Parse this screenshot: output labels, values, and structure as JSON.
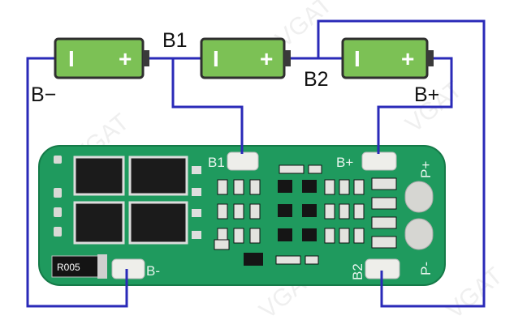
{
  "labels": {
    "b_minus": "B−",
    "b1": "B1",
    "b2": "B2",
    "b_plus": "B+"
  },
  "battery": {
    "neg_sign": "I",
    "pos_sign": "+"
  },
  "pcb": {
    "pad_b1": "B1",
    "pad_bplus": "B+",
    "pad_bminus": "B-",
    "pad_b2": "B2",
    "out_pplus": "P+",
    "out_pminus": "P-",
    "resistor_code": "R005"
  },
  "watermark": "VGAT",
  "colors": {
    "wire": "#2a2ab8",
    "battery_fill": "#7cc155",
    "battery_dark": "#5a9a36",
    "pcb": "#1f9a5e",
    "pad": "#eeeeea"
  }
}
